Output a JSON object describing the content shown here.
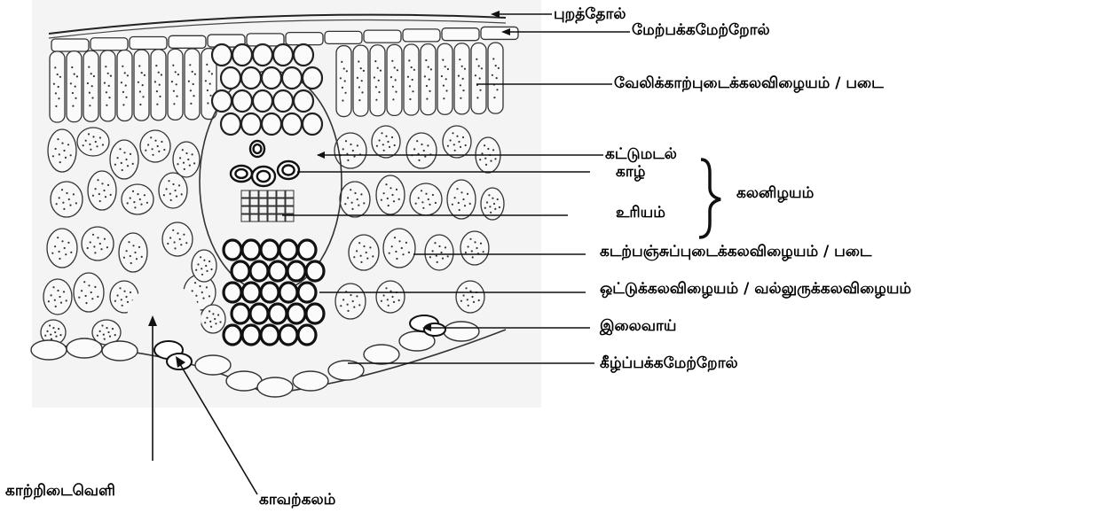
{
  "labels": {
    "cuticle": "புறத்தோல்",
    "upper_epidermis": "மேற்பக்கமேற்றோல்",
    "palisade": "வேலிக்காற்புடைக்கலவிழையம் / படை",
    "bundle_sheath": "கட்டுமடல்",
    "xylem": "காழ்",
    "phloem": "உரியம்",
    "vascular_tissue": "கலனிழயம்",
    "spongy": "கடற்பஞ்சுப்புடைக்கலவிழையம் / படை",
    "collenchyma": "ஒட்டுக்கலவிழையம் / வல்லுருக்கலவிழையம்",
    "stoma": "இலைவாய்",
    "lower_epidermis": "கீழ்ப்பக்கமேற்றோல்",
    "air_space": "காற்றிடைவெளி",
    "guard_cell": "காவற்கலம்"
  }
}
